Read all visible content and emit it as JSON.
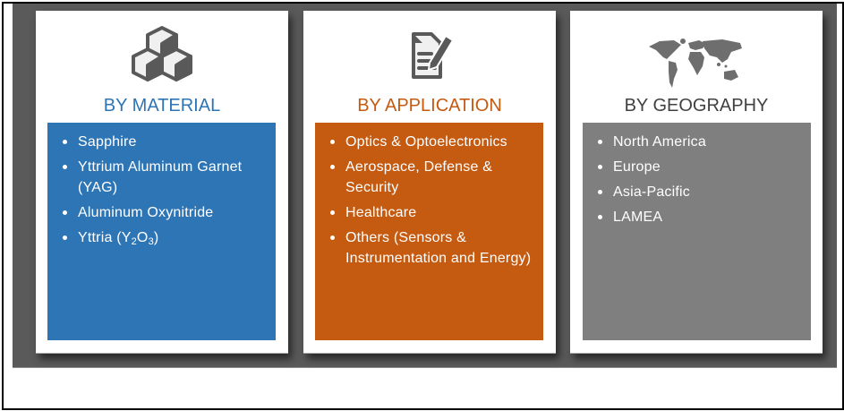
{
  "colors": {
    "material": "#2e75b6",
    "application": "#c55a11",
    "geography": "#7f7f7f",
    "panel": "#5a5a5a"
  },
  "cards": [
    {
      "title": "BY MATERIAL",
      "icon": "cubes-icon",
      "items": [
        "Sapphire",
        "Yttrium Aluminum Garnet (YAG)",
        "Aluminum Oxynitride"
      ],
      "yttria": {
        "prefix": "Yttria (Y",
        "sub1": "2",
        "mid": "O",
        "sub2": "3",
        "suffix": ")"
      }
    },
    {
      "title": "BY APPLICATION",
      "icon": "document-pencil-icon",
      "items": [
        "Optics & Optoelectronics",
        "Aerospace, Defense & Security",
        "Healthcare",
        "Others (Sensors & Instrumentation and Energy)"
      ]
    },
    {
      "title": "BY GEOGRAPHY",
      "icon": "world-map-icon",
      "items": [
        "North America",
        "Europe",
        "Asia-Pacific",
        "LAMEA"
      ]
    }
  ]
}
